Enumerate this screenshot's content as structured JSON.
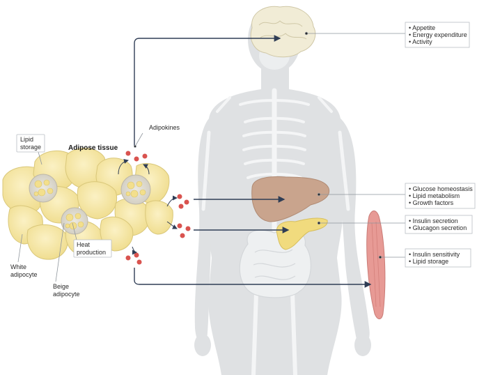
{
  "title": "Adipose tissue",
  "labels": {
    "adipokines": "Adipokines",
    "lipid_storage_line1": "Lipid",
    "lipid_storage_line2": "storage",
    "heat_line1": "Heat",
    "heat_line2": "production",
    "white_line1": "White",
    "white_line2": "adipocyte",
    "beige_line1": "Beige",
    "beige_line2": "adipocyte"
  },
  "targets": [
    {
      "organ": "brain",
      "items": [
        "Appetite",
        "Energy expenditure",
        "Activity"
      ]
    },
    {
      "organ": "liver",
      "items": [
        "Glucose homeostasis",
        "Lipid metabolism",
        "Growth factors"
      ]
    },
    {
      "organ": "pancreas",
      "items": [
        "Insulin secretion",
        "Glucagon secretion"
      ]
    },
    {
      "organ": "muscle",
      "items": [
        "Insulin sensitivity",
        "Lipid storage"
      ]
    }
  ],
  "colors": {
    "body": "#dfe1e3",
    "skeleton": "#f2f3f4",
    "adipocyte": "#f6e7a6",
    "adipocyte_edge": "#d9c77a",
    "liver": "#c9a48d",
    "pancreas": "#f1db7e",
    "muscle": "#e79a95",
    "adipokine": "#d9534f",
    "arrow": "#2f3d55"
  }
}
